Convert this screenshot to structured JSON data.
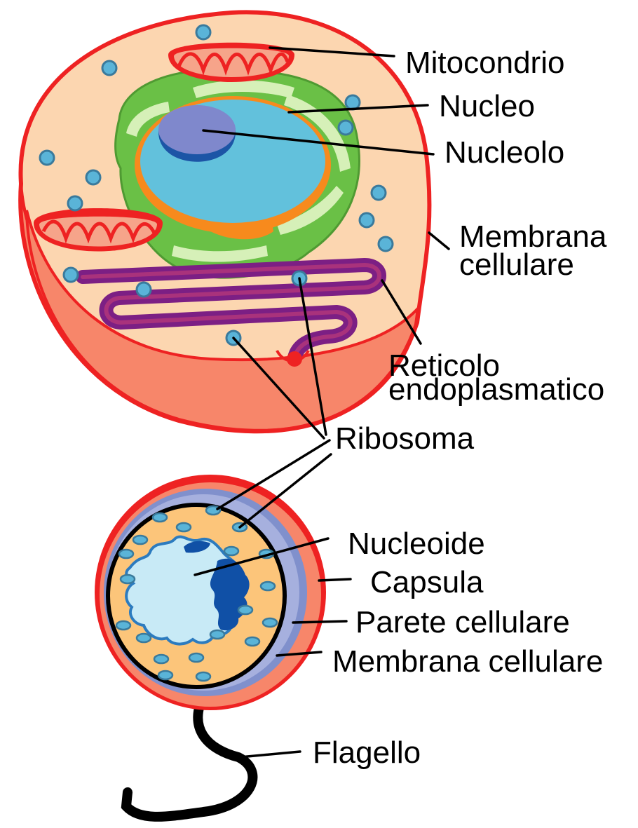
{
  "eukaryote": {
    "labels": {
      "mitochondrion": "Mitocondrio",
      "nucleus": "Nucleo",
      "nucleolus": "Nucleolo",
      "membrane_line1": "Membrana",
      "membrane_line2": "cellulare",
      "er_line1": "Reticolo",
      "er_line2": "endoplasmatico"
    }
  },
  "shared": {
    "ribosome": "Ribosoma"
  },
  "prokaryote": {
    "labels": {
      "nucleoid": "Nucleoide",
      "capsule": "Capsula",
      "cell_wall": "Parete cellulare",
      "cell_membrane": "Membrana cellulare",
      "flagellum": "Flagello"
    }
  },
  "colors": {
    "outer_membrane": "#ee2222",
    "cytoplasm": "#fcd6b0",
    "cell_side": "#f7866a",
    "nucleus": "#62c1dc",
    "nucleus_rim": "#f78a1d",
    "nucleolus": "#7f88cc",
    "er_green": "#6ac046",
    "er_light": "#d6f0b8",
    "reticulum": "#7c1f84",
    "ribosome": "#5ab4d8",
    "mito_fill": "#f6a48a",
    "prok_cytoplasm": "#fcc57a",
    "prok_wall": "#8090cc",
    "nucleoid": "#c8eaf6",
    "nucleoid_dark": "#1050a6"
  }
}
